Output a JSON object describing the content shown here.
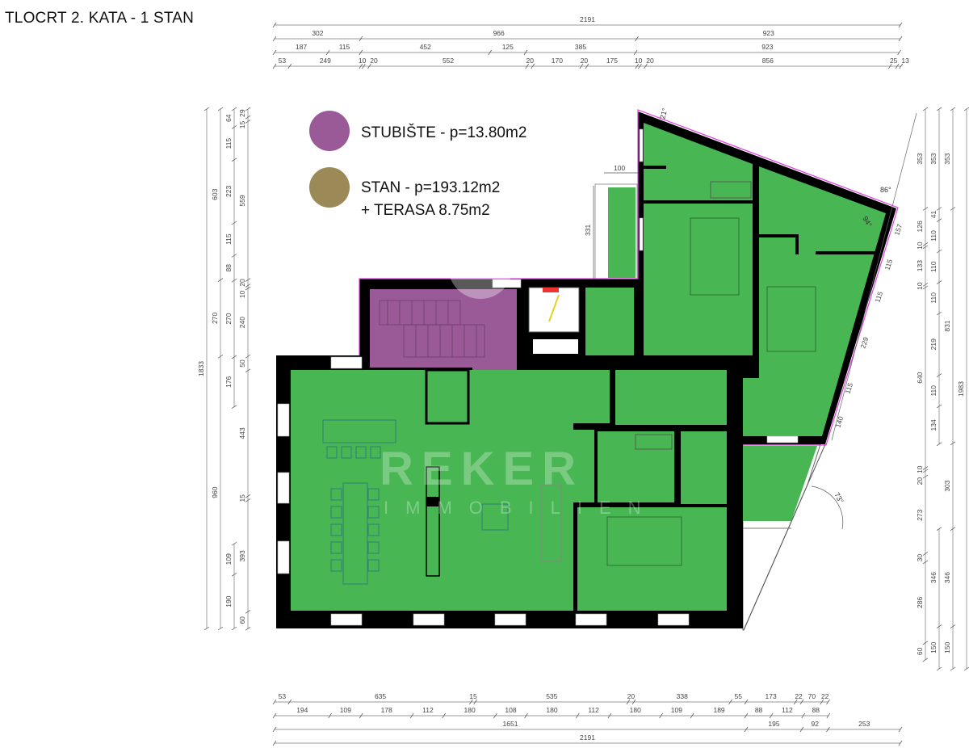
{
  "title": "TLOCRT 2. KATA - 1 STAN",
  "legend": [
    {
      "label": "STUBIŠTE - p=13.80m2",
      "color": "#9a5a98"
    },
    {
      "label": "STAN - p=193.12m2",
      "label2": "+ TERASA 8.75m2",
      "color": "#9b8a58"
    }
  ],
  "colors": {
    "apartment": "#47b653",
    "stairs": "#9a5a98",
    "wall": "#000000",
    "outline": "#e040e0"
  },
  "watermark": {
    "line1": "REKER",
    "line2": "IMMOBILIEN"
  },
  "inner_dims": {
    "terrace_width": "100",
    "terrace_depth": "331",
    "angle_top": "21°",
    "angle_right": "86°",
    "angle_inner": "94°",
    "angle_bottom": "73°",
    "diag": [
      "157",
      "115",
      "115",
      "229",
      "115",
      "140"
    ]
  },
  "dimensions": {
    "top": [
      [
        "2191"
      ],
      [
        "302",
        "966",
        "923"
      ],
      [
        "187",
        "115",
        "452",
        "125",
        "385",
        "923"
      ],
      [
        "53",
        "249",
        "10",
        "20",
        "552",
        "20",
        "170",
        "20",
        "175",
        "10",
        "20",
        "856",
        "25",
        "13"
      ]
    ],
    "bottom": [
      [
        "53",
        "635",
        "15",
        "535",
        "20",
        "338",
        "55",
        "173",
        "22",
        "70",
        "22"
      ],
      [
        "194",
        "109",
        "178",
        "112",
        "180",
        "108",
        "180",
        "112",
        "180",
        "109",
        "189",
        "88",
        "112",
        "88"
      ],
      [
        "1651",
        "195",
        "92",
        "253"
      ],
      [
        "2191"
      ]
    ],
    "left": {
      "col1": [
        "1833"
      ],
      "col2": [
        "603",
        "270",
        "960"
      ],
      "col3a": [
        "64",
        "115",
        "223",
        "115",
        "88",
        "270",
        "176"
      ],
      "col3b": [
        "109",
        "190"
      ],
      "col4": [
        "29",
        "15",
        "559",
        "20",
        "10",
        "240",
        "50",
        "443",
        "15",
        "393",
        "60"
      ]
    },
    "right": {
      "col1": [
        "353",
        "126",
        "10",
        "133",
        "10",
        "640",
        "10",
        "20",
        "273",
        "30",
        "286",
        "60"
      ],
      "col2a": [
        "353",
        "41",
        "110",
        "110",
        "110",
        "219",
        "110",
        "134"
      ],
      "col2b": [
        "346",
        "150"
      ],
      "col3": [
        "353",
        "831",
        "303",
        "346",
        "150"
      ],
      "col4": [
        "1983"
      ]
    }
  }
}
